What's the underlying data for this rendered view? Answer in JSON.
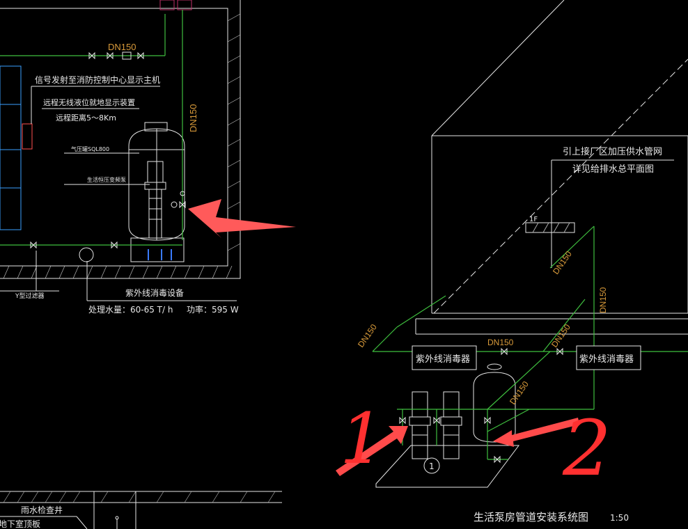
{
  "colors": {
    "background": "#000000",
    "line_white": "#e6e6e6",
    "pipe_green": "#3fbf3f",
    "dim_orange": "#d89a3a",
    "arrow_red": "#ff4b4b",
    "box_magenta": "#c0306a"
  },
  "left_plan": {
    "pipe_top_dn": "DN150",
    "pipe_vertical_dn": "DN150",
    "signal_note": "信号发射至消防控制中心显示主机",
    "wireless_note": "远程无线液位就地显示装置",
    "distance_note": "远程距离5～8Km",
    "tank_label": "气压罐SQL800",
    "pump_label": "生活恒压变频泵",
    "y_filter_label": "Y型过滤器",
    "uv_title": "紫外线消毒设备",
    "uv_spec_flow": "处理水量：60-65 T/ h",
    "uv_spec_power": "功率：595 W",
    "inspection_well": "雨水检查井",
    "basement_roof": "地下室顶板"
  },
  "right_iso": {
    "supply_note_1": "引上接厂区加压供水管网",
    "supply_note_2": "详见给排水总平面图",
    "floor_tag": "1F",
    "uv_box_left": "紫外线消毒器",
    "uv_box_right": "紫外线消毒器",
    "dn_labels": [
      "DN150",
      "DN150",
      "DN150",
      "DN150",
      "DN150",
      "DN150"
    ],
    "pump_tag": "1",
    "title": "生活泵房管道安装系统图",
    "scale": "1:50"
  },
  "annotations": {
    "handwritten_1": "1",
    "handwritten_2": "2"
  }
}
